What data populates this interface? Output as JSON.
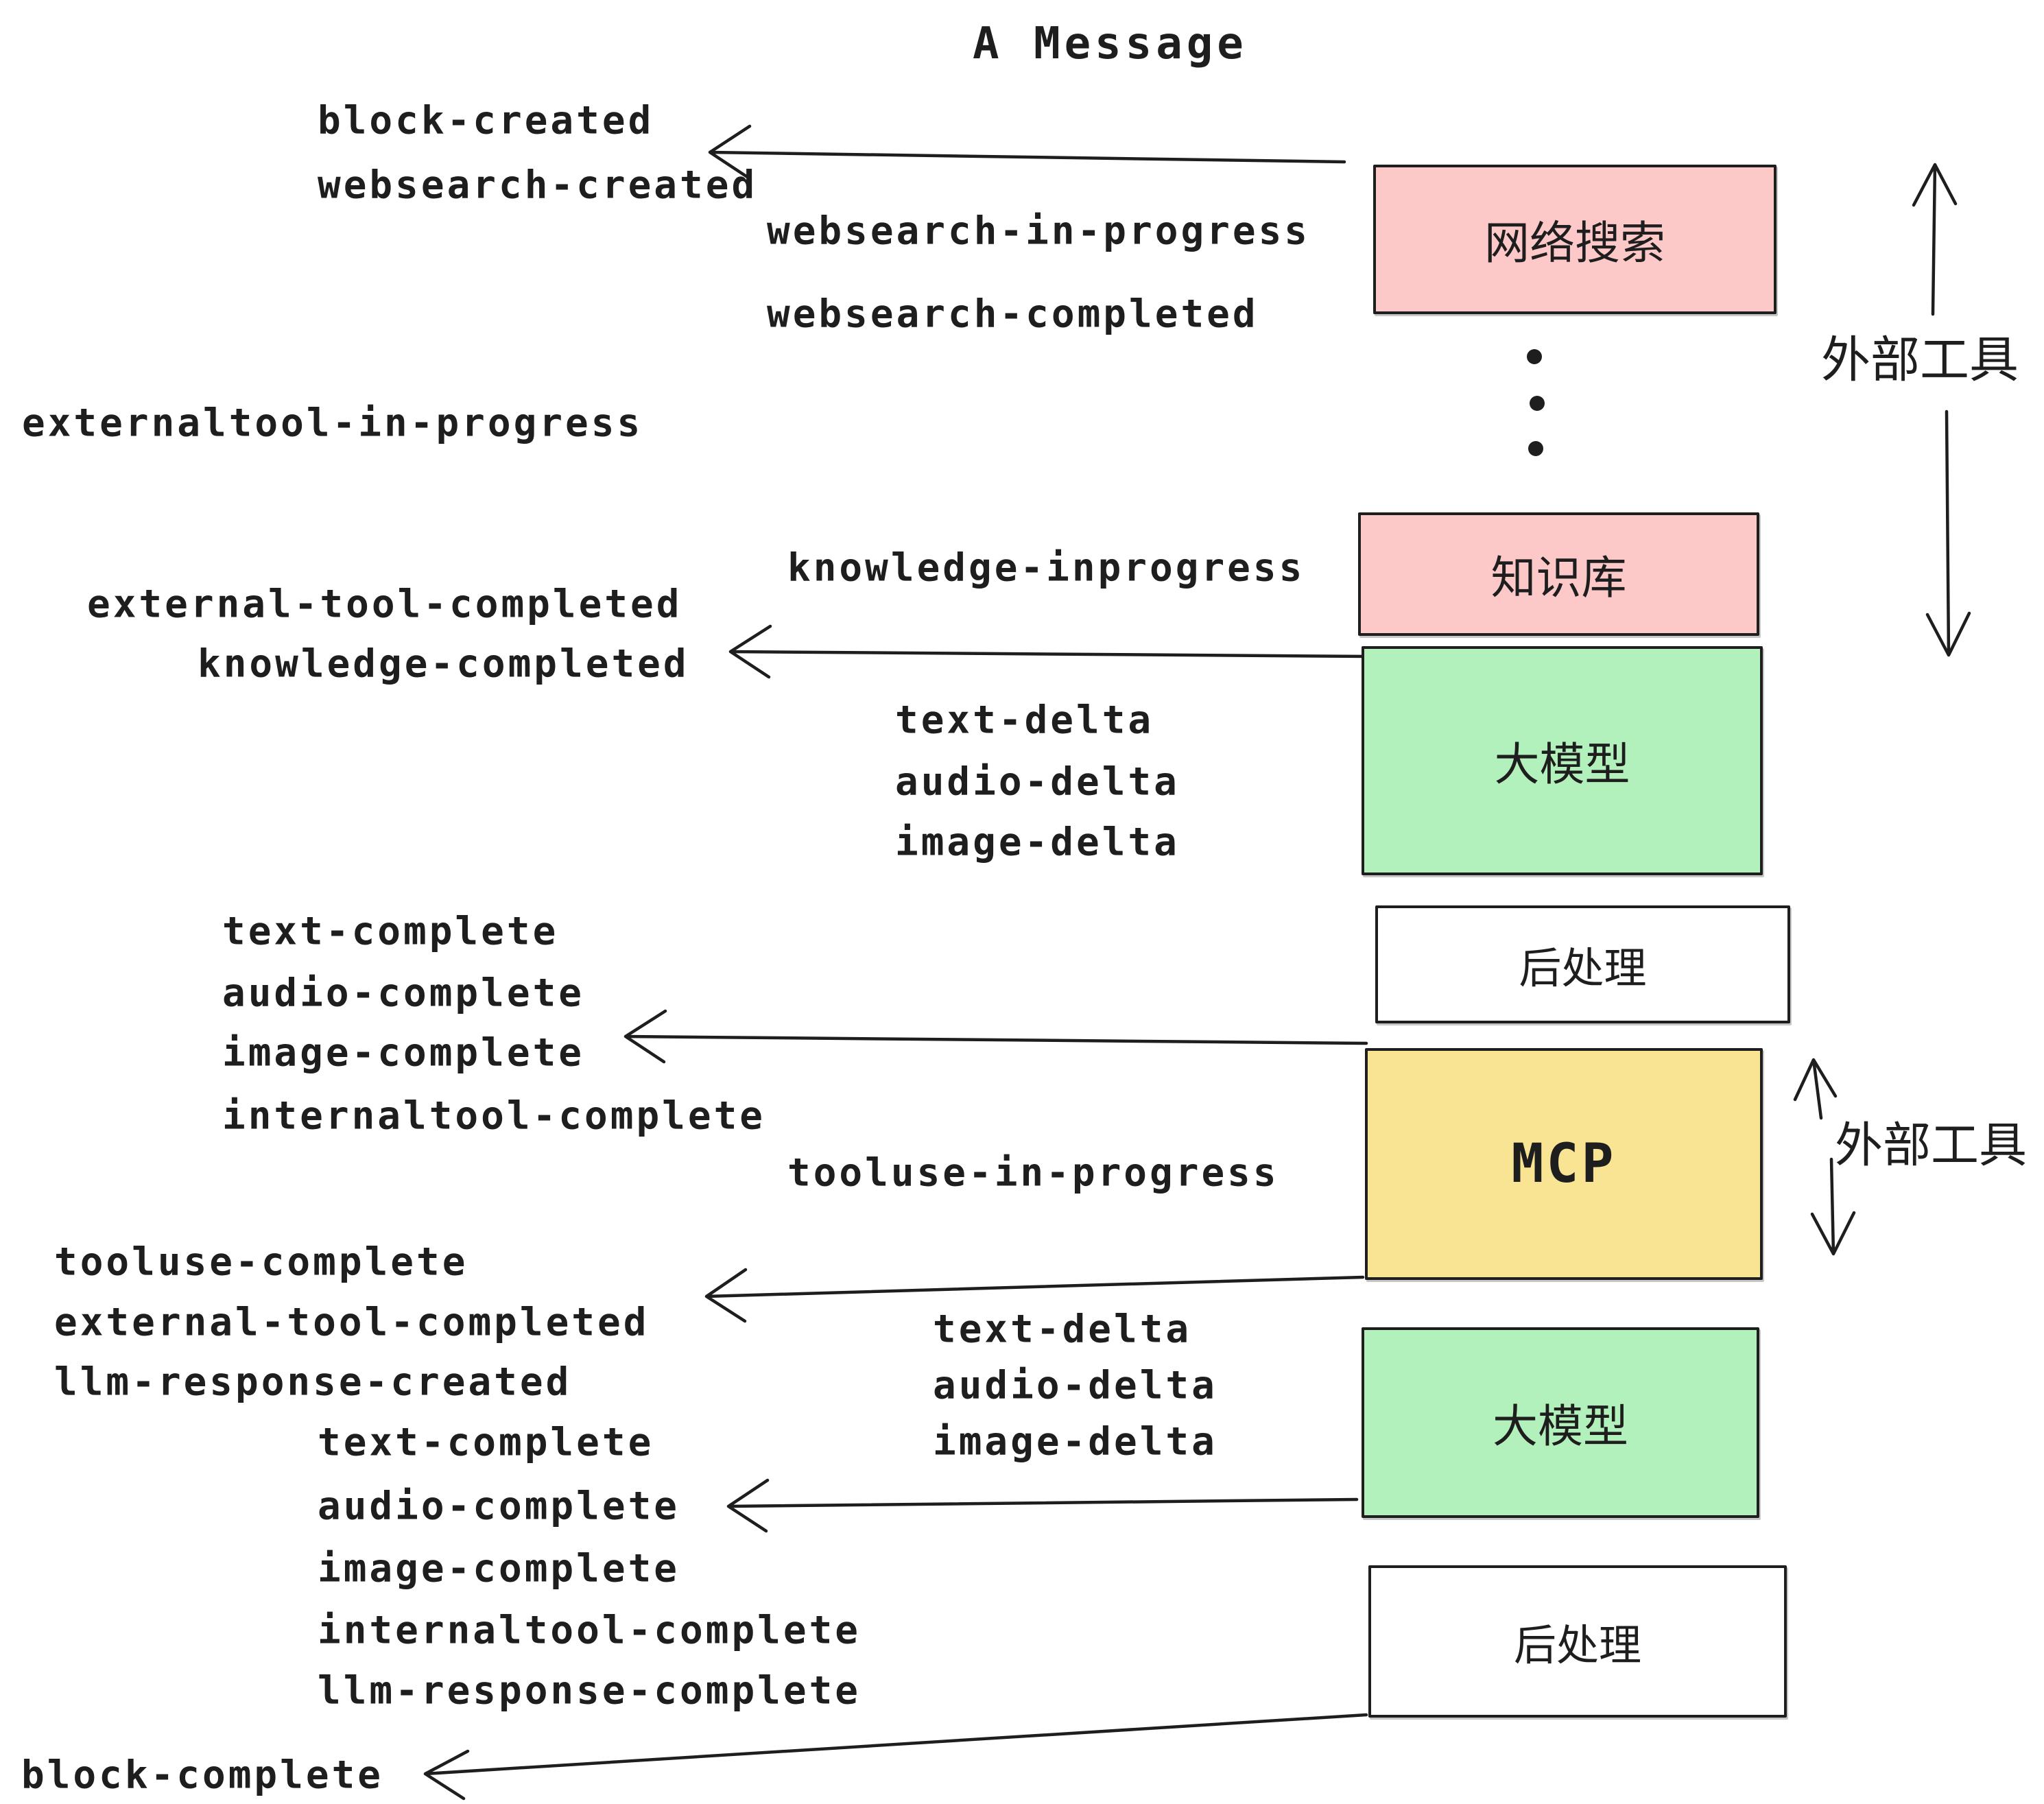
{
  "title": "A Message",
  "ink_color": "#1e1e1e",
  "colors": {
    "external_tool_pink": "#fcc9c8",
    "llm_green": "#b2f0bc",
    "mcp_yellow": "#f9e493",
    "post_white": "#ffffff"
  },
  "pipeline": {
    "boxes": [
      {
        "id": "websearch",
        "label": "网络搜索",
        "color": "#fcc9c8"
      },
      {
        "id": "knowledge",
        "label": "知识库",
        "color": "#fcc9c8"
      },
      {
        "id": "llm-1",
        "label": "大模型",
        "color": "#b2f0bc"
      },
      {
        "id": "post-1",
        "label": "后处理",
        "color": "#ffffff"
      },
      {
        "id": "mcp",
        "label": "MCP",
        "color": "#f9e493"
      },
      {
        "id": "llm-2",
        "label": "大模型",
        "color": "#b2f0bc"
      },
      {
        "id": "post-2",
        "label": "后处理",
        "color": "#ffffff"
      }
    ],
    "ellipsis_dots": 3
  },
  "side_labels": {
    "external_tools_top": "外部工具",
    "external_tools_mcp": "外部工具"
  },
  "events": {
    "block_created": "block-created",
    "websearch_created": "websearch-created",
    "websearch_in_progress": "websearch-in-progress",
    "websearch_completed": "websearch-completed",
    "externaltool_in_progress": "externaltool-in-progress",
    "knowledge_inprogress": "knowledge-inprogress",
    "external_tool_completed_1": "external-tool-completed",
    "knowledge_completed": "knowledge-completed",
    "text_delta_1": "text-delta",
    "audio_delta_1": "audio-delta",
    "image_delta_1": "image-delta",
    "text_complete_1": "text-complete",
    "audio_complete_1": "audio-complete",
    "image_complete_1": "image-complete",
    "internaltool_complete_1": "internaltool-complete",
    "tooluse_in_progress": "tooluse-in-progress",
    "tooluse_complete": "tooluse-complete",
    "external_tool_completed_2": "external-tool-completed",
    "llm_response_created": "llm-response-created",
    "text_delta_2": "text-delta",
    "audio_delta_2": "audio-delta",
    "image_delta_2": "image-delta",
    "text_complete_2": "text-complete",
    "audio_complete_2": "audio-complete",
    "image_complete_2": "image-complete",
    "internaltool_complete_2": "internaltool-complete",
    "llm_response_complete": "llm-response-complete",
    "block_complete": "block-complete"
  }
}
